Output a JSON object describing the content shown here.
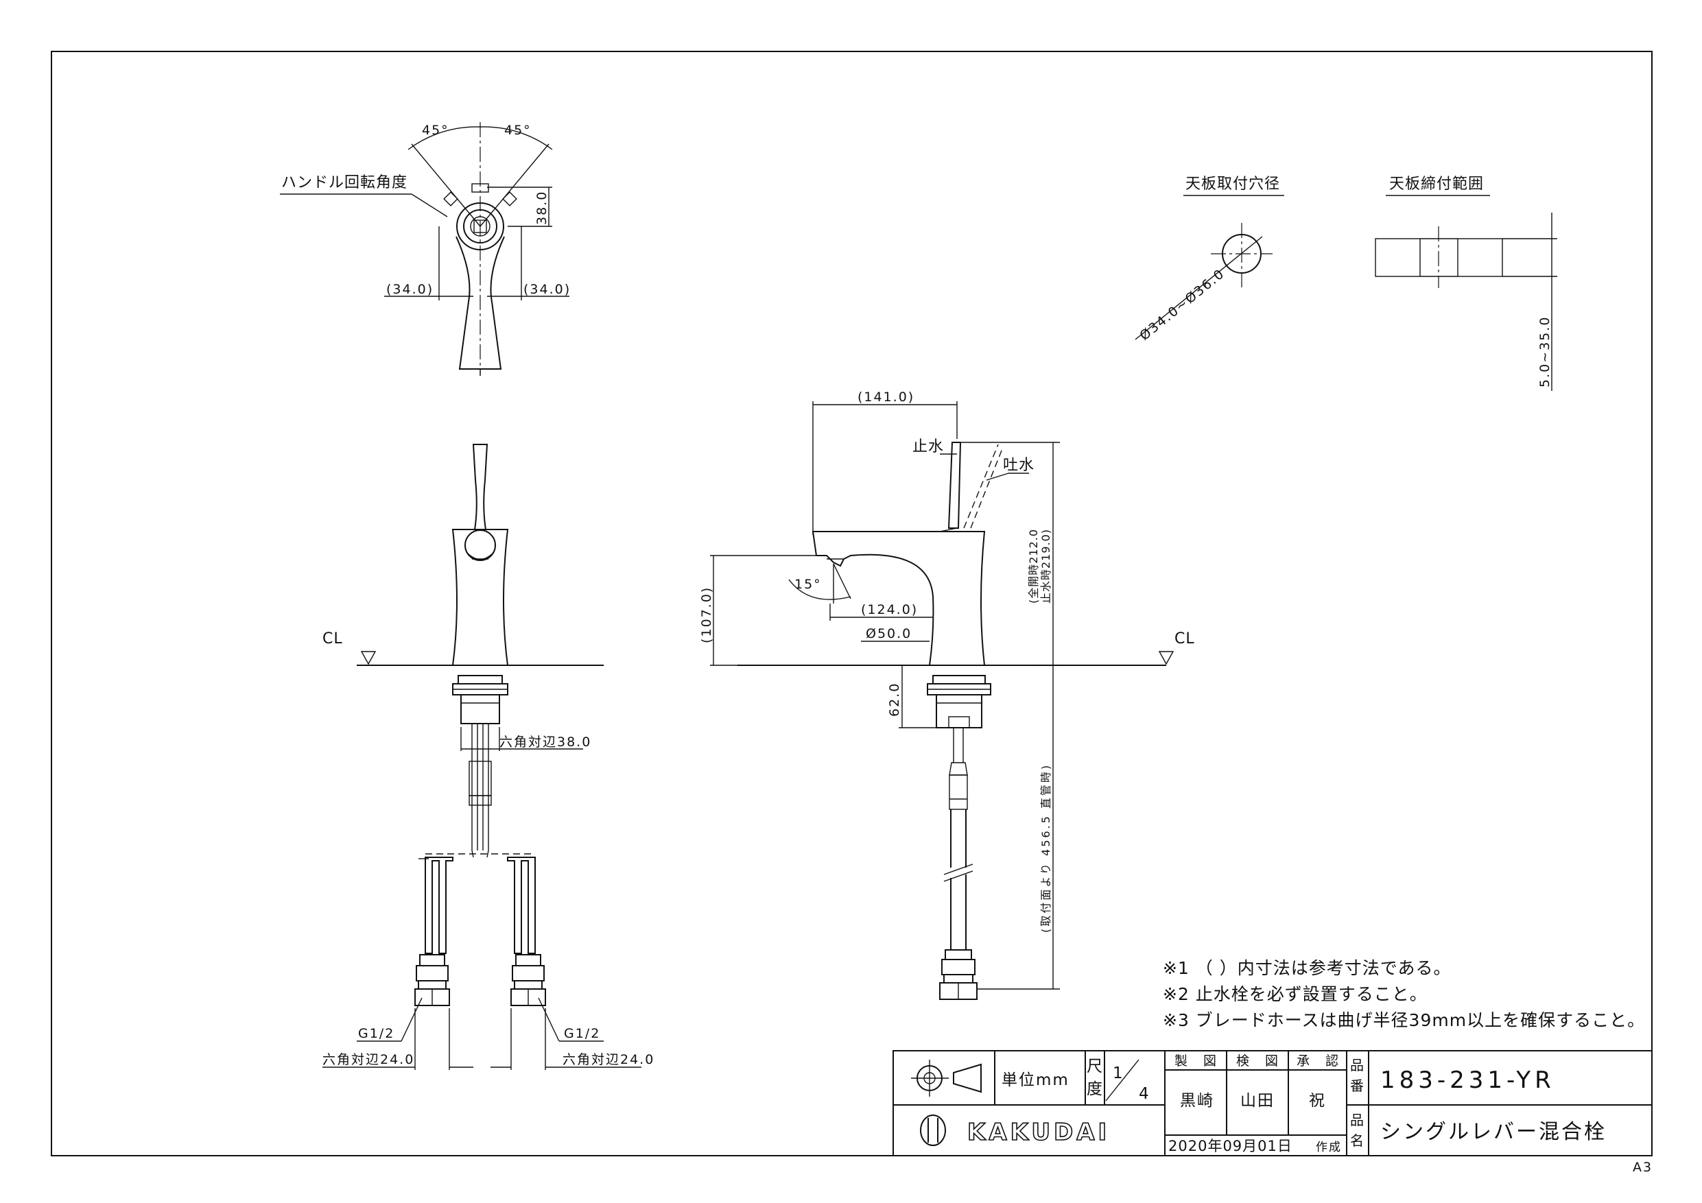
{
  "labels": {
    "handle_rotation_angle": "ハンドル回転角度",
    "angle_left": "45°",
    "angle_right": "45°",
    "dim_38": "38.0",
    "dim_34_left": "(34.0)",
    "dim_34_right": "(34.0)",
    "cl_left": "CL",
    "cl_right": "CL",
    "hex_38": "六角対辺38.0",
    "g_left": "G1/2",
    "g_right": "G1/2",
    "hex_24_left": "六角対辺24.0",
    "hex_24_right": "六角対辺24.0",
    "dim_141": "(141.0)",
    "shut": "止水",
    "spout": "吐水",
    "dim_212": "(全開時212.0",
    "dim_219": "止水時219.0)",
    "dim_107": "(107.0)",
    "angle_15": "15°",
    "dim_124": "(124.0)",
    "dim_50": "Ø50.0",
    "dim_62": "62.0",
    "dim_456": "(取付面より 456.5 直管時)",
    "hole_title": "天板取付穴径",
    "hole_dim": "Ø34.0~Ø36.0",
    "thick_title": "天板締付範囲",
    "thick_dim": "5.0~35.0"
  },
  "notes": [
    "※1 （ ）内寸法は参考寸法である。",
    "※2 止水栓を必ず設置すること。",
    "※3 ブレードホースは曲げ半径39mm以上を確保すること。"
  ],
  "title_block": {
    "unit": "単位mm",
    "scale_label_top": "尺",
    "scale_label_bottom": "度",
    "scale_num": "1",
    "scale_den": "4",
    "h_draw": "製　図",
    "h_check": "検　図",
    "h_approve": "承　認",
    "v_draw": "黒崎",
    "v_check": "山田",
    "v_approve": "祝",
    "pn_label_1": "品",
    "pn_label_2": "番",
    "part_number": "183-231-YR",
    "name_label_1": "品",
    "name_label_2": "名",
    "product_name": "シングルレバー混合栓",
    "brand": "KAKUDAI",
    "date": "2020年09月01日",
    "date_suffix": "作成"
  },
  "paper_size": "A3"
}
